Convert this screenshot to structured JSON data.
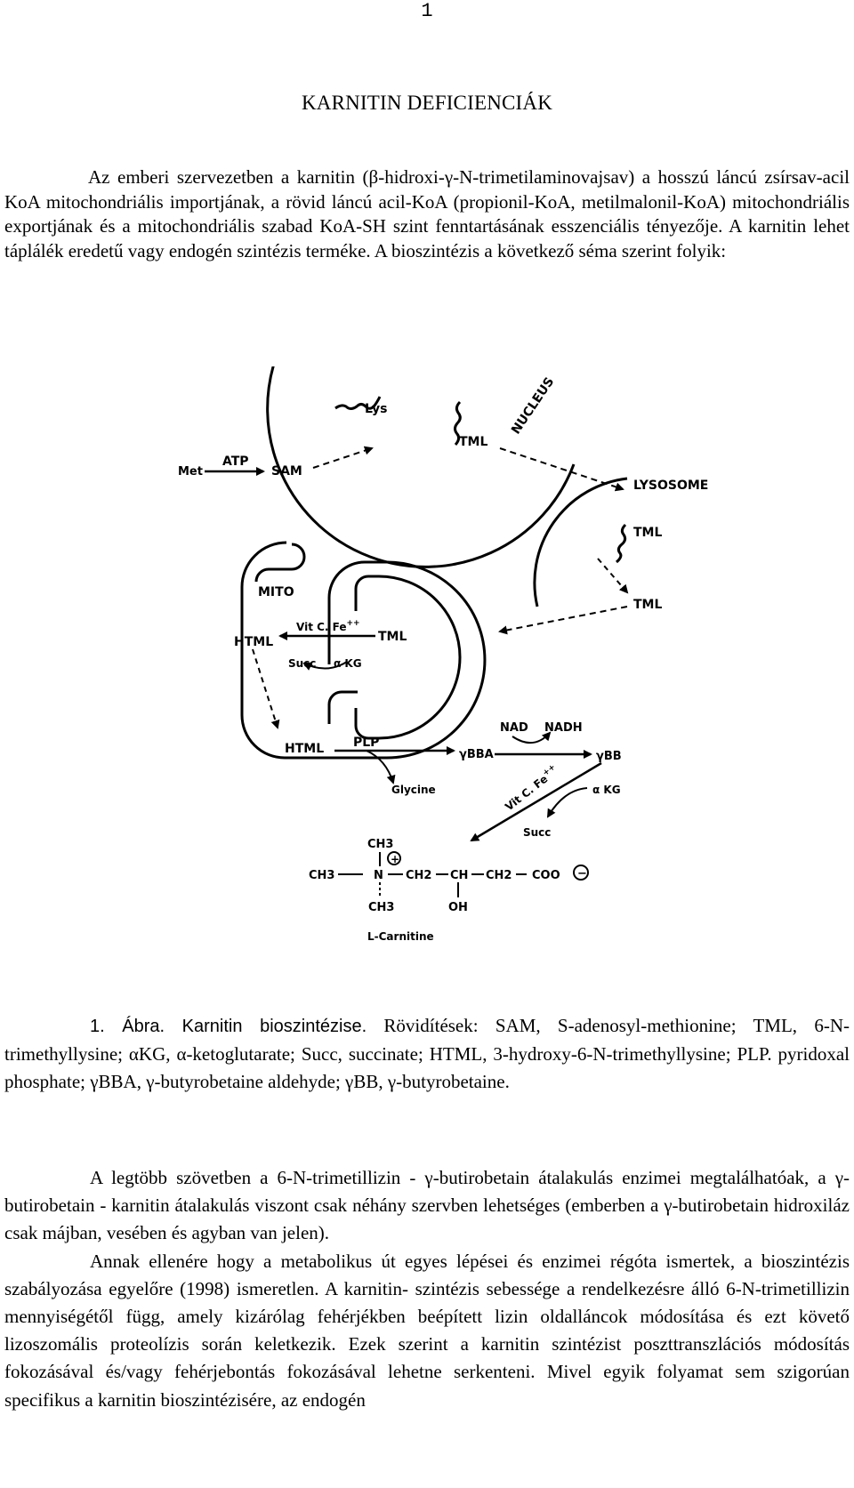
{
  "page": {
    "number": "1"
  },
  "title": "KARNITIN DEFICIENCIÁK",
  "intro": "Az emberi szervezetben a karnitin (β-hidroxi-γ-N-trimetilaminovajsav) a hosszú láncú zsírsav-acil KoA mitochondriális importjának, a rövid láncú acil-KoA (propionil-KoA, metilmalonil-KoA) mitochondriális exportjának és a mitochondriális szabad KoA-SH szint fenntartásának esszenciális tényezője. A karnitin lehet táplálék eredetű vagy endogén szintézis terméke. A bioszintézis a következő séma szerint folyik:",
  "figure": {
    "labels": {
      "lys": "Lys",
      "tml_nucleus": "TML",
      "nucleus": "NUCLEUS",
      "met": "Met",
      "atp": "ATP",
      "sam": "SAM",
      "lysosome": "LYSOSOME",
      "tml_lysosome": "TML",
      "tml_out": "TML",
      "mito": "MITO",
      "html_mito": "HTML",
      "vitc_fe": "Vit C. Fe",
      "fe_charge": "++",
      "tml_mito": "TML",
      "succ_mito": "Succ",
      "akg_mito": "α KG",
      "html_cyto": "HTML",
      "plp": "PLP",
      "gbba": "γBBA",
      "glycine": "Glycine",
      "nad": "NAD",
      "nadh": "NADH",
      "gbb": "γBB",
      "vitc_fe2": "Vit C. Fe",
      "fe2_charge": "++",
      "akg_cyto": "α KG",
      "succ_cyto": "Succ",
      "ch3_top": "CH3",
      "ch3_left": "CH3",
      "n_atom": "N",
      "ch2_a": "CH2",
      "ch_atom": "CH",
      "ch2_b": "CH2",
      "coo": "COO",
      "ch3_bottom": "CH3",
      "oh": "OH",
      "plus": "+",
      "minus": "−",
      "lcarnitine": "L-Carnitine"
    }
  },
  "caption": {
    "lead": "1. Ábra. Karnitin bioszintézise.",
    "text": " Rövidítések: SAM, S-adenosyl-methionine; TML, 6-N-trimethyllysine; αKG, α-ketoglutarate; Succ, succinate; HTML, 3-hydroxy-6-N-trimethyllysine; PLP. pyridoxal phosphate; γBBA, γ-butyrobetaine aldehyde; γBB, γ-butyrobetaine."
  },
  "body": {
    "paragraphs": [
      "A legtöbb szövetben a 6-N-trimetillizin - γ-butirobetain átalakulás enzimei megtalálhatóak, a γ-butirobetain - karnitin átalakulás viszont csak néhány szervben lehetséges (emberben a γ-butirobetain hidroxiláz csak májban, vesében és agyban van jelen).",
      "Annak ellenére hogy a metabolikus út egyes lépései és enzimei régóta ismertek, a bioszintézis szabályozása egyelőre (1998) ismeretlen. A karnitin- szintézis sebessége a rendelkezésre álló 6-N-trimetillizin mennyiségétől függ, amely kizárólag fehérjékben beépített lizin oldalláncok módosítása és ezt követő lizoszomális proteolízis során keletkezik. Ezek szerint a karnitin szintézist poszttranszlációs módosítás fokozásával és/vagy fehérjebontás fokozásával lehetne serkenteni. Mivel egyik folyamat sem szigorúan specifikus a karnitin bioszintézisére, az endogén"
    ]
  }
}
